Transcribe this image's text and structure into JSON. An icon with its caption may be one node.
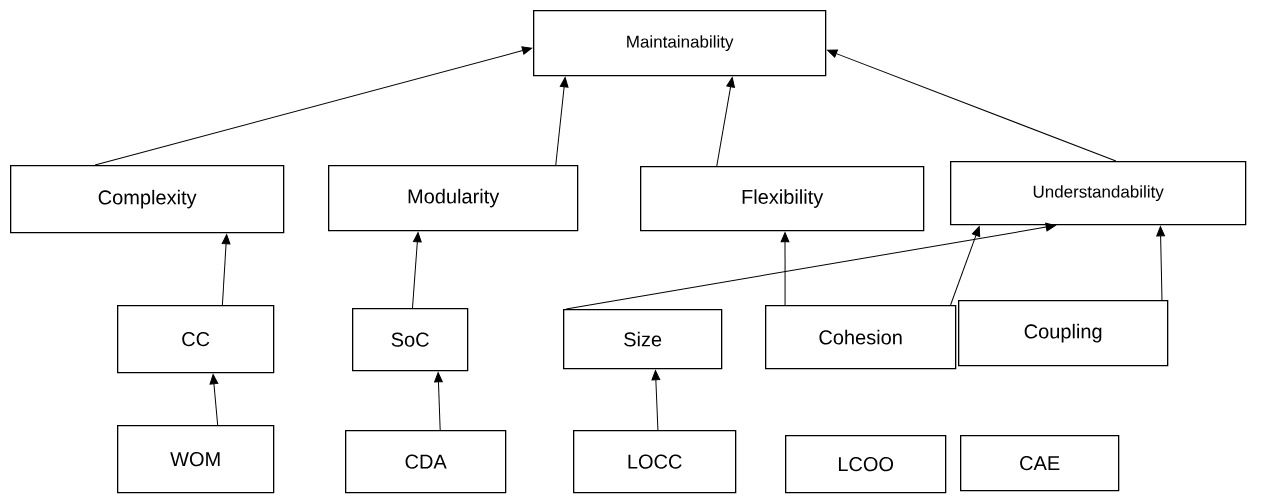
{
  "diagram": {
    "nodes": [
      {
        "text": [
          "Maintainability"
        ]
      },
      {
        "text": [
          "Complexity"
        ]
      },
      {
        "text": [
          "Modularity"
        ]
      },
      {
        "text": [
          "Flexibility"
        ]
      },
      {
        "text": [
          "Understandability"
        ]
      },
      {
        "text": [
          "CC"
        ]
      },
      {
        "text": [
          "SoC"
        ]
      },
      {
        "text": [
          "Size"
        ]
      },
      {
        "text": [
          "Cohesion"
        ]
      },
      {
        "text": [
          "Coupling"
        ]
      },
      {
        "text": [
          "WOM"
        ]
      },
      {
        "text": [
          "CDA"
        ]
      },
      {
        "text": [
          "LOCC"
        ]
      },
      {
        "text": [
          "LCOO"
        ]
      },
      {
        "text": [
          "CAE"
        ]
      }
    ],
    "edges": [
      {
        "from": 1,
        "to": 0,
        "arrow": "to"
      },
      {
        "from": 2,
        "to": 0,
        "arrow": "to"
      },
      {
        "from": 3,
        "to": 0,
        "arrow": "to"
      },
      {
        "from": 4,
        "to": 0,
        "arrow": "to"
      },
      {
        "from": 5,
        "to": 1,
        "arrow": "to"
      },
      {
        "from": 6,
        "to": 2,
        "arrow": "to"
      },
      {
        "from": 7,
        "to": 4,
        "arrow": "to"
      },
      {
        "from": 8,
        "to": 3,
        "arrow": "to"
      },
      {
        "from": 8,
        "to": 4,
        "arrow": "to"
      },
      {
        "from": 9,
        "to": 4,
        "arrow": "to"
      },
      {
        "from": 10,
        "to": 5,
        "arrow": "to"
      },
      {
        "from": 11,
        "to": 6,
        "arrow": "to"
      },
      {
        "from": 12,
        "to": 7,
        "arrow": "to"
      }
    ]
  }
}
